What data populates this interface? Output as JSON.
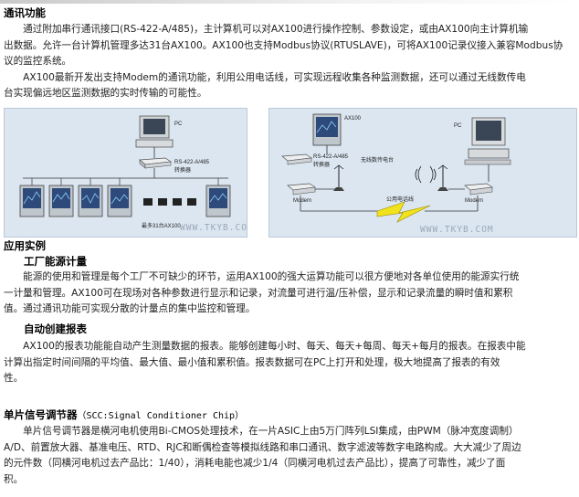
{
  "s1": {
    "heading": "通讯功能",
    "lines": [
      "　　通过附加串行通讯接口(RS-422-A/485)，主计算机可以对AX100进行操作控制、参数设定，或由AX100向主计算机输",
      "出数据。允许一台计算机管理多达31台AX100。AX100也支持Modbus协议(RTUSLAVE)，可将AX100记录仪接入兼容Modbus协",
      "议的监控系统。",
      "　　AX100最新开发出支持Modem的通讯功能，利用公用电话线，可实现远程收集各种监测数据，还可以通过无线数传电",
      "台实现偏远地区监测数据的实时传输的可能性。"
    ]
  },
  "diagram_left": {
    "pc": "PC",
    "converter": "RS-422-A/485",
    "converter_sub": "转换器",
    "caption": "最多31台AX100",
    "watermark": "WWW.TKYB.COM"
  },
  "diagram_right": {
    "ax100": "AX100",
    "converter": "RS-422-A/485",
    "converter_sub": "转换器",
    "modem_left": "Modem",
    "modem_right": "Modem",
    "radio": "无线数传电台",
    "phone": "公用电话线",
    "pc": "PC",
    "watermark": "WWW.TKYB.COM"
  },
  "s2": {
    "heading": "应用实例",
    "sub1": "工厂能源计量",
    "lines1": [
      "　　能源的使用和管理是每个工厂不可缺少的环节，运用AX100的强大运算功能可以很方便地对各单位使用的能源实行统",
      "一计量和管理。AX100可在现场对各种参数进行显示和记录，对流量可进行温/压补偿，显示和记录流量的瞬时值和累积",
      "值。通过通讯功能可实现分散的计量点的集中监控和管理。"
    ],
    "sub2": "自动创建报表",
    "lines2": [
      "　　AX100的报表功能能自动产生测量数据的报表。能够创建每小时、每天、每天+每周、每天+每月的报表。在报表中能",
      "计算出指定时间间隔的平均值、最大值、最小值和累积值。报表数据可在PC上打开和处理，极大地提高了报表的有效",
      "性。"
    ]
  },
  "s3": {
    "heading": "单片信号调节器",
    "heading_suffix": "（SCC:Signal Conditioner Chip）",
    "lines": [
      "　　单片信号调节器是横河电机使用Bi-CMOS处理技术，在一片ASIC上由5万门阵列LSI集成，由PWM（脉冲宽度调制）",
      "A/D、前置放大器、基准电压、RTD、RJC和断偶检查等模拟线路和串口通讯、数字滤波等数字电路构成。大大减少了周边",
      "的元件数（同横河电机过去产品比：1/40），消耗电能也减少1/4（同横河电机过去产品比），提高了可靠性，减少了面",
      "积。"
    ]
  }
}
